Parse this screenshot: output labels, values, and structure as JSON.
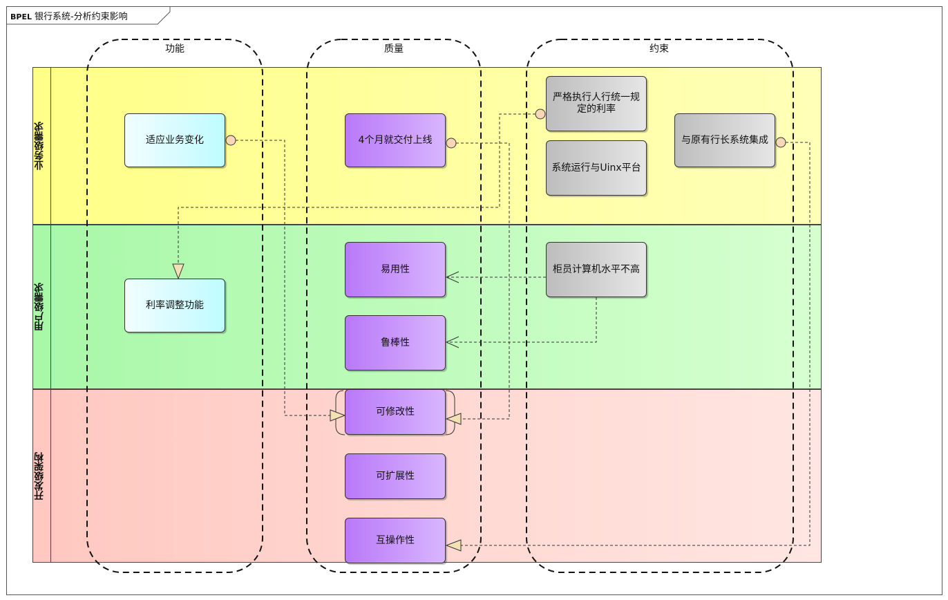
{
  "diagram_title": {
    "prefix": "BPEL",
    "text": "银行系统-分析约束影响"
  },
  "columns": {
    "function": "功能",
    "quality": "质量",
    "constraint": "约束"
  },
  "lanes": {
    "business": "业务级需求",
    "user": "用户级需求",
    "dev": "开发级架构"
  },
  "nodes": {
    "adapt_business": "适应业务变化",
    "interest_adjust": "利率调整功能",
    "deliver_4_months": "4个月就交付上线",
    "usability": "易用性",
    "robustness": "鲁棒性",
    "modifiability": "可修改性",
    "extensibility": "可扩展性",
    "interoperability": "互操作性",
    "strict_rate": "严格执行人行统一规定的利率",
    "unix_platform": "系统运行与Uinx平台",
    "integrate_legacy": "与原有行长系统集成",
    "teller_skill": "柜员计算机水平不高"
  },
  "colors": {
    "business_lane": "#ffff99",
    "user_lane": "#b8ffb8",
    "dev_lane": "#ffd6d0",
    "function_node": "#bffcff",
    "quality_node": "#c08cf8",
    "constraint_node": "#cfcfcf"
  }
}
